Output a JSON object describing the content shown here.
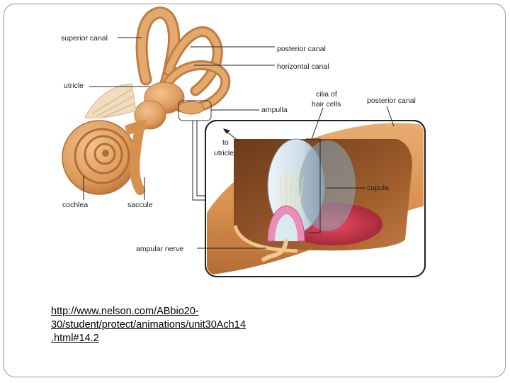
{
  "labels": {
    "superior_canal": "superior canal",
    "posterior_canal_top": "posterior canal",
    "horizontal_canal": "horizontal canal",
    "utricle": "utricle",
    "cilia_line1": "cilia of",
    "cilia_line2": "hair cells",
    "posterior_canal_right": "posterior canal",
    "ampulla": "ampulla",
    "to_utricle_line1": "to",
    "to_utricle_line2": "utricle",
    "cupula": "cupula",
    "cochlea": "cochlea",
    "saccule": "saccule",
    "ampular_nerve": "ampular nerve"
  },
  "source_link": {
    "line1": "http://www.nelson.com/ABbio20-",
    "line2": "30/student/protect/animations/unit30Ach14",
    "line3": ".html#14.2"
  },
  "colors": {
    "tissue": "#e0a163",
    "tissue_dark": "#b9733b",
    "cupula": "#dbe6ef",
    "hair_cells": "#e98fb7",
    "link": "#000000"
  }
}
